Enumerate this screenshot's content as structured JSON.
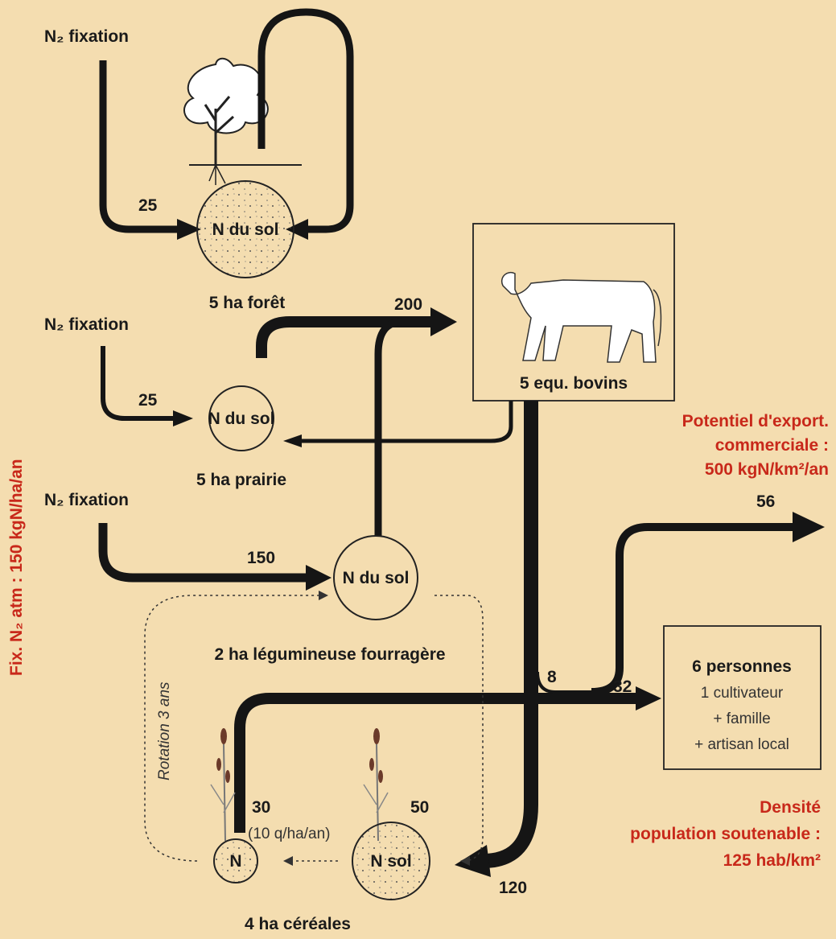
{
  "side_label": "Fix. N₂ atm : 150 kgN/ha/an",
  "forest": {
    "fixation": "N₂ fixation",
    "flow_value": "25",
    "soil": "N du sol",
    "area": "5 ha forêt"
  },
  "meadow": {
    "fixation": "N₂ fixation",
    "flow_value": "25",
    "soil": "N du sol",
    "area": "5 ha prairie",
    "to_cattle_value": "200"
  },
  "cattle": {
    "label": "5 equ. bovins"
  },
  "legume": {
    "fixation": "N₂ fixation",
    "flow_value": "150",
    "soil": "N du sol",
    "area": "2 ha légumineuse fourragère"
  },
  "rotation": "Rotation 3 ans",
  "cereals": {
    "yield_left": "30",
    "yield_note": "(10 q/ha/an)",
    "yield_right": "50",
    "soil_left": "N",
    "soil_right": "N sol",
    "area": "4 ha céréales",
    "manure_value": "120"
  },
  "flows": {
    "to_people_small": "8",
    "to_people": "32",
    "export": "56"
  },
  "people": {
    "title": "6 personnes",
    "lines": [
      "1 cultivateur",
      "+ famille",
      "+ artisan local"
    ]
  },
  "export_text": [
    "Potentiel d'export.",
    "commerciale :",
    "500 kgN/km²/an"
  ],
  "density_text": [
    "Densité",
    "population soutenable :",
    "125 hab/km²"
  ],
  "colors": {
    "background": "#f4ddb0",
    "accent": "#c8281a",
    "ink": "#151515"
  }
}
